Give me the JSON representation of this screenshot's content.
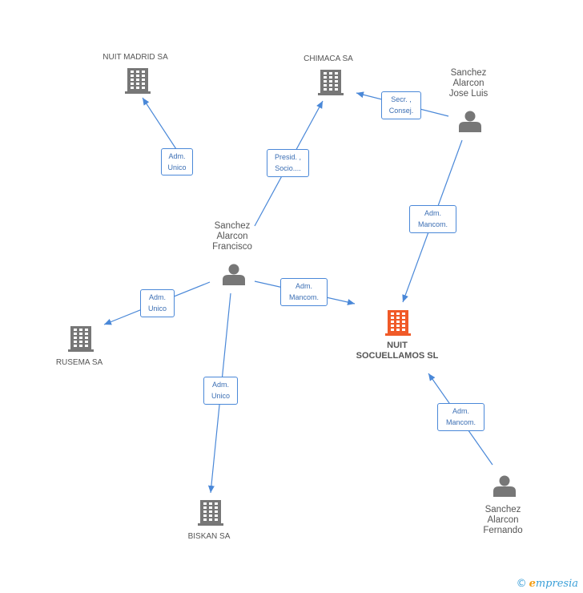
{
  "colors": {
    "edge": "#4a88d8",
    "company_icon": "#777777",
    "focus_icon": "#f05a28",
    "person_icon": "#777777",
    "label_text": "#555555"
  },
  "nodes": [
    {
      "id": "nuit_madrid",
      "type": "company",
      "label": "NUIT MADRID SA",
      "icon": "building-icon"
    },
    {
      "id": "chimaca",
      "type": "company",
      "label": "CHIMACA SA",
      "icon": "building-icon"
    },
    {
      "id": "sanchez_jose",
      "type": "person",
      "label": "Sanchez\nAlarcon\nJose Luis",
      "icon": "person-icon"
    },
    {
      "id": "sanchez_francisco",
      "type": "person",
      "label": "Sanchez\nAlarcon\nFrancisco",
      "icon": "person-icon"
    },
    {
      "id": "rusema",
      "type": "company",
      "label": "RUSEMA SA",
      "icon": "building-icon"
    },
    {
      "id": "nuit_socuellamos",
      "type": "focus",
      "label": "NUIT\nSOCUELLAMOS SL",
      "icon": "building-icon"
    },
    {
      "id": "biskan",
      "type": "company",
      "label": "BISKAN SA",
      "icon": "building-icon"
    },
    {
      "id": "sanchez_fernando",
      "type": "person",
      "label": "Sanchez\nAlarcon\nFernando",
      "icon": "person-icon"
    }
  ],
  "edges": [
    {
      "from": "sanchez_francisco",
      "to": "nuit_madrid",
      "label": "Adm.\nUnico"
    },
    {
      "from": "sanchez_francisco",
      "to": "chimaca",
      "label": "Presid. ,\nSocio...."
    },
    {
      "from": "sanchez_jose",
      "to": "chimaca",
      "label": "Secr. ,\nConsej."
    },
    {
      "from": "sanchez_jose",
      "to": "nuit_socuellamos",
      "label": "Adm.\nMancom."
    },
    {
      "from": "sanchez_francisco",
      "to": "rusema",
      "label": "Adm.\nUnico"
    },
    {
      "from": "sanchez_francisco",
      "to": "nuit_socuellamos",
      "label": "Adm.\nMancom."
    },
    {
      "from": "sanchez_francisco",
      "to": "biskan",
      "label": "Adm.\nUnico"
    },
    {
      "from": "sanchez_fernando",
      "to": "nuit_socuellamos",
      "label": "Adm.\nMancom."
    }
  ],
  "footer": {
    "copyright": "©",
    "brand_first": "e",
    "brand_rest": "mpresia"
  }
}
